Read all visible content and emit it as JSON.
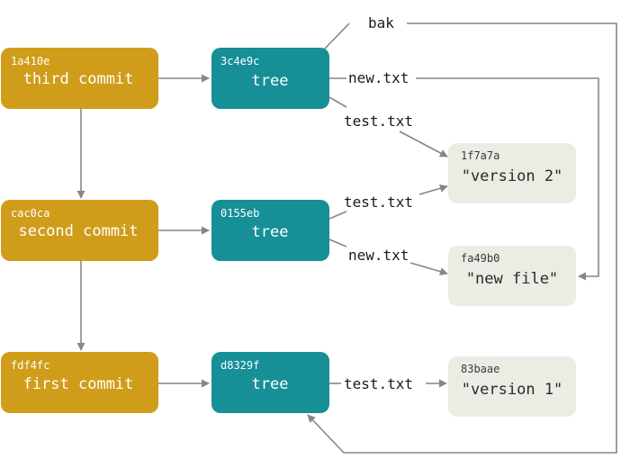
{
  "commits": [
    {
      "hash": "1a410e",
      "label": "third commit"
    },
    {
      "hash": "cac0ca",
      "label": "second commit"
    },
    {
      "hash": "fdf4fc",
      "label": "first commit"
    }
  ],
  "trees": [
    {
      "hash": "3c4e9c",
      "label": "tree"
    },
    {
      "hash": "0155eb",
      "label": "tree"
    },
    {
      "hash": "d8329f",
      "label": "tree"
    }
  ],
  "blobs": [
    {
      "hash": "1f7a7a",
      "label": "\"version 2\""
    },
    {
      "hash": "fa49b0",
      "label": "\"new file\""
    },
    {
      "hash": "83baae",
      "label": "\"version 1\""
    }
  ],
  "edge_labels": {
    "bak": "bak",
    "t1_new": "new.txt",
    "t1_test": "test.txt",
    "t2_test": "test.txt",
    "t2_new": "new.txt",
    "t3_test": "test.txt"
  },
  "colors": {
    "commit": "#cf9d1a",
    "tree": "#168f97",
    "blob": "#ecebe4",
    "edge": "#8a8580"
  }
}
